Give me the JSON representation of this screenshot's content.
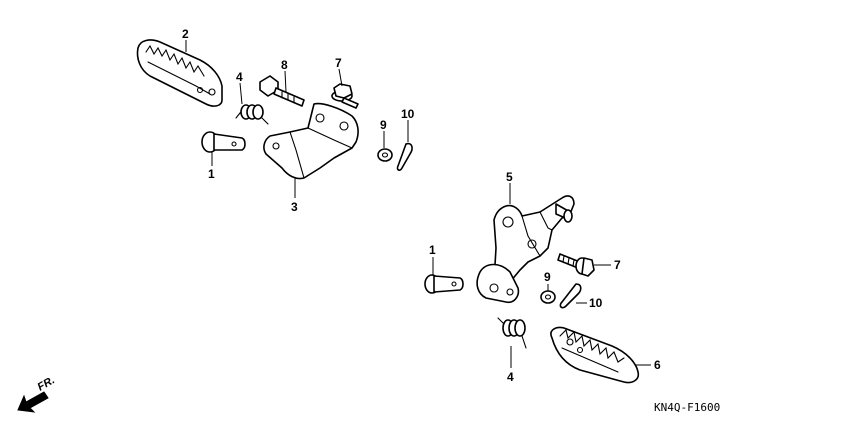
{
  "callouts": {
    "p1a": "1",
    "p2": "2",
    "p3": "3",
    "p4a": "4",
    "p7a": "7",
    "p8": "8",
    "p9a": "9",
    "p10a": "10",
    "p5": "5",
    "p1b": "1",
    "p7b": "7",
    "p9b": "9",
    "p10b": "10",
    "p4b": "4",
    "p6": "6"
  },
  "direction_label": "FR.",
  "diagram_code": "KN4Q-F1600",
  "icons": [
    "front-direction-arrow-icon"
  ]
}
